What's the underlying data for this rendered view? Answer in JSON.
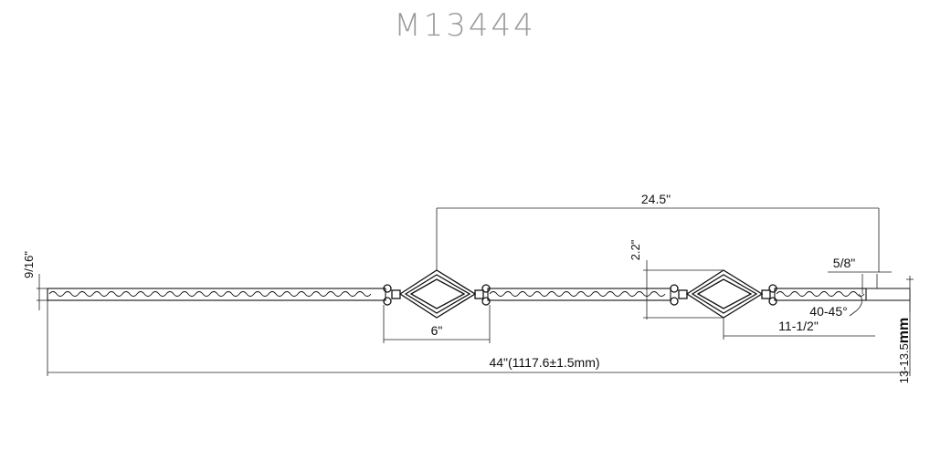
{
  "title": "M13444",
  "dimensions": {
    "overall_length": "44\"(1117.6±1.5mm)",
    "center_to_center": "24.5\"",
    "bar_thickness": "9/16\"",
    "ornament_width": "6\"",
    "ornament_height": "2.2\"",
    "end_offset": "11-1/2\"",
    "end_cut": "5/8\"",
    "angle": "40-45°",
    "wire_range": "13-13.5",
    "wire_unit": "mm"
  }
}
